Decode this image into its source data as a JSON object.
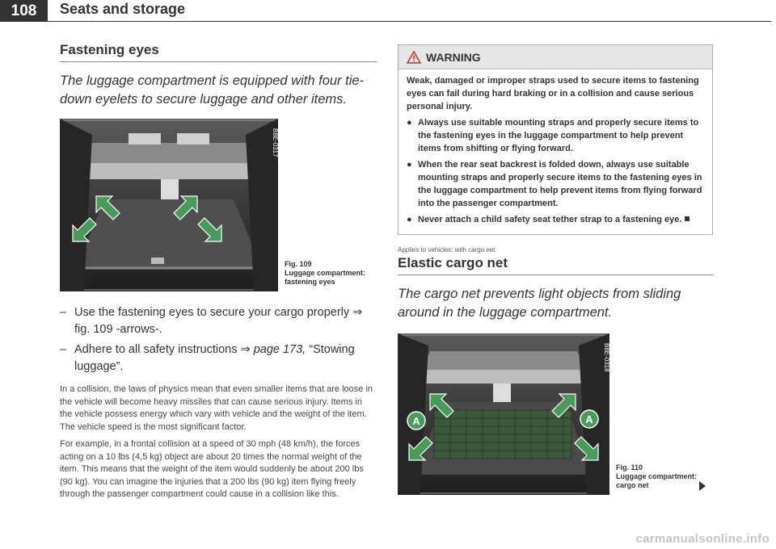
{
  "header": {
    "page_number": "108",
    "section_title": "Seats and storage"
  },
  "left": {
    "heading": "Fastening eyes",
    "intro": "The luggage compartment is equipped with four tie-down eyelets to secure luggage and other items.",
    "figure": {
      "code": "B8E-0317",
      "number": "Fig. 109",
      "caption": "Luggage compartment: fastening eyes"
    },
    "steps": [
      {
        "text": "Use the fastening eyes to secure your cargo properly ⇒ fig. 109 -arrows-."
      },
      {
        "prefix": "Adhere to all safety instructions ⇒ ",
        "ref": "page 173,",
        "suffix": " “Stowing luggage”."
      }
    ],
    "paragraphs": [
      "In a collision, the laws of physics mean that even smaller items that are loose in the vehicle will become heavy missiles that can cause serious injury. Items in the vehicle possess energy which vary with vehicle and the weight of the item. The vehicle speed is the most significant factor.",
      "For example, in a frontal collision at a speed of 30 mph (48 km/h), the forces acting on a 10 lbs (4,5 kg) object are about 20 times the normal weight of the item. This means that the weight of the item would suddenly be about 200 lbs (90 kg). You can imagine the injuries that a 200 lbs (90 kg) item flying freely through the passenger compartment could cause in a collision like this."
    ]
  },
  "right": {
    "warning": {
      "title": "WARNING",
      "lead": "Weak, damaged or improper straps used to secure items to fastening eyes can fail during hard braking or in a collision and cause serious personal injury.",
      "bullets": [
        "Always use suitable mounting straps and properly secure items to the fastening eyes in the luggage compartment to help prevent items from shifting or flying forward.",
        "When the rear seat backrest is folded down, always use suitable mounting straps and properly secure items to the fastening eyes in the luggage compartment to help prevent items from flying forward into the passenger compartment.",
        "Never attach a child safety seat tether strap to a fastening eye."
      ]
    },
    "applies": "Applies to vehicles: with cargo net",
    "heading": "Elastic cargo net",
    "intro": "The cargo net prevents light objects from sliding around in the luggage compartment.",
    "figure": {
      "code": "B8E-0318",
      "number": "Fig. 110",
      "caption": "Luggage compartment: cargo net",
      "label_a": "A"
    }
  },
  "footer": {
    "watermark": "carmanualsonline.info"
  },
  "colors": {
    "arrow_fill": "#4a9a5c",
    "photo_dark": "#2e2e2e",
    "page_tab": "#333333"
  }
}
